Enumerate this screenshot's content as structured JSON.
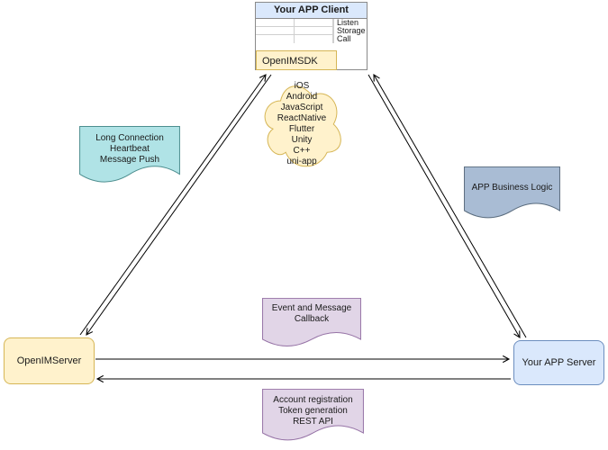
{
  "app_client": {
    "title": "Your APP Client",
    "interfaces": [
      "Listen",
      "Storage",
      "Call"
    ],
    "sdk_label": "OpenIMSDK"
  },
  "sdk_platforms": [
    "iOS",
    "Android",
    "JavaScript",
    "ReactNative",
    "Flutter",
    "Unity",
    "C++",
    "uni-app"
  ],
  "callouts": {
    "long_connection": [
      "Long Connection",
      "Heartbeat",
      "Message Push"
    ],
    "app_business_logic": [
      "APP Business Logic"
    ],
    "event_callback": [
      "Event and Message",
      "Callback"
    ],
    "rest_api": [
      "Account registration",
      "Token generation",
      "REST API"
    ]
  },
  "servers": {
    "openim_server": "OpenIMServer",
    "app_server": "Your APP Server"
  },
  "colors": {
    "yellow_fill": "#fff2cc",
    "yellow_stroke": "#d6b656",
    "blue_fill": "#dae8fc",
    "blue_stroke": "#6c8ebf",
    "teal_fill": "#b0e3e6",
    "teal_stroke": "#4d8e8f",
    "gray_blue_fill": "#a9bcd4",
    "gray_blue_stroke": "#5a6c7e",
    "purple_fill": "#e1d5e7",
    "purple_stroke": "#9673a6",
    "edge_color": "#000000"
  }
}
